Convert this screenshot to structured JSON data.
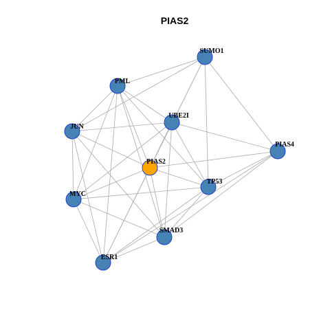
{
  "title": "PIAS2",
  "colors": {
    "node_default": "#4682b4",
    "node_focus": "#ffa500",
    "node_border": "#1f3fcf",
    "edge": "#aaaaaa",
    "background": "#ffffff"
  },
  "nodes": [
    {
      "id": "SUMO1",
      "label": "SUMO1",
      "focus": false
    },
    {
      "id": "PML",
      "label": "PML",
      "focus": false
    },
    {
      "id": "UBE2I",
      "label": "UBE2I",
      "focus": false
    },
    {
      "id": "JUN",
      "label": "JUN",
      "focus": false
    },
    {
      "id": "PIAS4",
      "label": "PIAS4",
      "focus": false
    },
    {
      "id": "PIAS2",
      "label": "PIAS2",
      "focus": true
    },
    {
      "id": "TP53",
      "label": "TP53",
      "focus": false
    },
    {
      "id": "MYC",
      "label": "MYC",
      "focus": false
    },
    {
      "id": "SMAD3",
      "label": "SMAD3",
      "focus": false
    },
    {
      "id": "ESR1",
      "label": "ESR1",
      "focus": false
    }
  ],
  "edges": [
    [
      "SUMO1",
      "PML"
    ],
    [
      "SUMO1",
      "JUN"
    ],
    [
      "SUMO1",
      "PIAS4"
    ],
    [
      "SUMO1",
      "TP53"
    ],
    [
      "SUMO1",
      "PIAS2"
    ],
    [
      "SUMO1",
      "ESR1"
    ],
    [
      "PML",
      "JUN"
    ],
    [
      "PML",
      "UBE2I"
    ],
    [
      "PML",
      "PIAS2"
    ],
    [
      "PML",
      "TP53"
    ],
    [
      "PML",
      "MYC"
    ],
    [
      "PML",
      "SMAD3"
    ],
    [
      "PML",
      "ESR1"
    ],
    [
      "UBE2I",
      "JUN"
    ],
    [
      "UBE2I",
      "TP53"
    ],
    [
      "UBE2I",
      "PIAS2"
    ],
    [
      "UBE2I",
      "MYC"
    ],
    [
      "UBE2I",
      "PIAS4"
    ],
    [
      "UBE2I",
      "SMAD3"
    ],
    [
      "JUN",
      "PIAS2"
    ],
    [
      "JUN",
      "MYC"
    ],
    [
      "JUN",
      "SMAD3"
    ],
    [
      "JUN",
      "ESR1"
    ],
    [
      "PIAS4",
      "PIAS2"
    ],
    [
      "PIAS4",
      "TP53"
    ],
    [
      "PIAS4",
      "SMAD3"
    ],
    [
      "PIAS4",
      "ESR1"
    ],
    [
      "PIAS2",
      "TP53"
    ],
    [
      "PIAS2",
      "MYC"
    ],
    [
      "PIAS2",
      "SMAD3"
    ],
    [
      "PIAS2",
      "ESR1"
    ],
    [
      "TP53",
      "MYC"
    ],
    [
      "TP53",
      "SMAD3"
    ],
    [
      "TP53",
      "ESR1"
    ],
    [
      "MYC",
      "SMAD3"
    ],
    [
      "MYC",
      "ESR1"
    ],
    [
      "SMAD3",
      "ESR1"
    ]
  ]
}
